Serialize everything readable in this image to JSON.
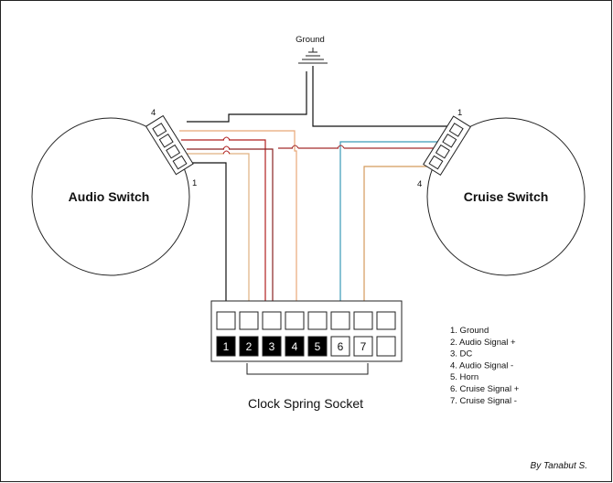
{
  "ground_label": "Ground",
  "audio_switch": {
    "title": "Audio Switch",
    "pin_top": "4",
    "pin_bottom": "1"
  },
  "cruise_switch": {
    "title": "Cruise Switch",
    "pin_top": "1",
    "pin_bottom": "4"
  },
  "socket": {
    "label": "Clock Spring Socket",
    "pins": [
      {
        "num": "1",
        "filled": true
      },
      {
        "num": "2",
        "filled": true
      },
      {
        "num": "3",
        "filled": true
      },
      {
        "num": "4",
        "filled": true
      },
      {
        "num": "5",
        "filled": true
      },
      {
        "num": "6",
        "filled": false
      },
      {
        "num": "7",
        "filled": false
      }
    ]
  },
  "legend": [
    "1. Ground",
    "2. Audio Signal +",
    "3. DC",
    "4. Audio Signal -",
    "5. Horn",
    "6. Cruise Signal +",
    "7. Cruise Signal -"
  ],
  "credit": "By Tanabut S.",
  "colors": {
    "ground_wire": "#111111",
    "audio_plus": "#e8a878",
    "dc": "#b02020",
    "audio_minus": "#d9b07a",
    "cruise_plus": "#3a9ab8",
    "cruise_minus": "#d49a5c",
    "dc_cruise": "#a52c2c"
  }
}
